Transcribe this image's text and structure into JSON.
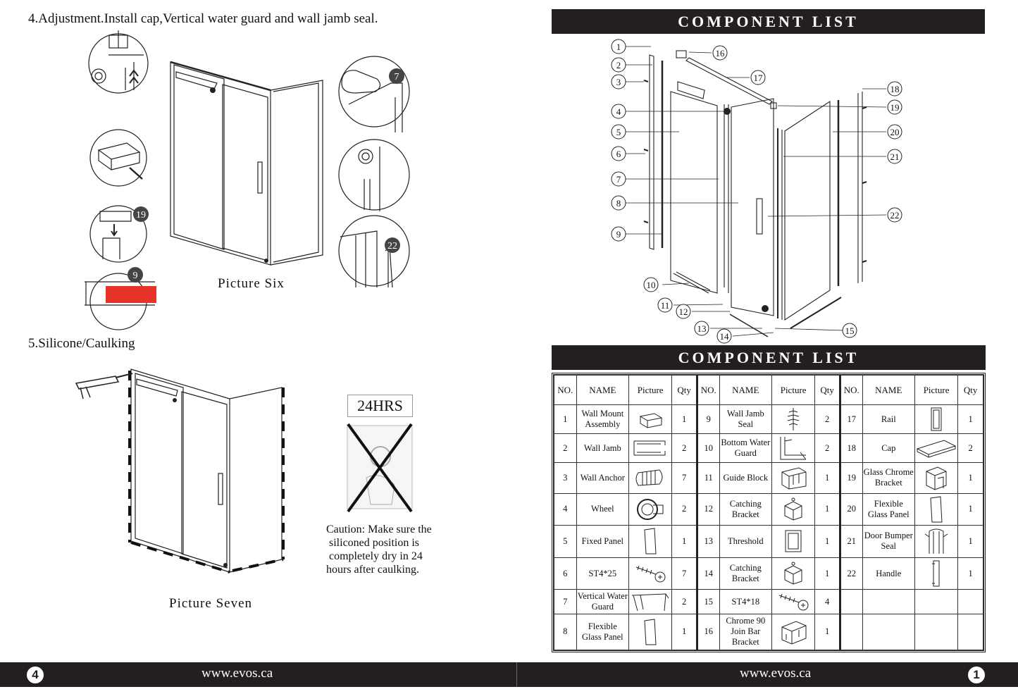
{
  "left": {
    "step4": "4.Adjustment.Install cap,Vertical water guard and wall jamb seal.",
    "picture_six": "Picture Six",
    "step5": "5.Silicone/Caulking",
    "picture_seven": "Picture Seven",
    "hrs": "24HRS",
    "caution": [
      "Caution: Make sure the",
      "siliconed position is",
      "completely dry in 24",
      "hours after caulking."
    ],
    "detail_labels": {
      "left_a": "19",
      "left_b": "9",
      "right_a": "7",
      "right_c": "22"
    }
  },
  "right": {
    "list_title_top": "COMPONENT LIST",
    "list_title_bottom": "COMPONENT LIST",
    "callouts": [
      "1",
      "2",
      "3",
      "4",
      "5",
      "6",
      "7",
      "8",
      "9",
      "10",
      "11",
      "12",
      "13",
      "14",
      "15",
      "16",
      "17",
      "18",
      "19",
      "20",
      "21",
      "22"
    ]
  },
  "table": {
    "headers": [
      "NO.",
      "NAME",
      "Picture",
      "Qty"
    ],
    "rows": [
      [
        {
          "no": "1",
          "name": "Wall Mount Assembly",
          "qty": "1",
          "icon": "wall-mount-icon"
        },
        {
          "no": "9",
          "name": "Wall Jamb Seal",
          "qty": "2",
          "icon": "seal-icon"
        },
        {
          "no": "17",
          "name": "Rail",
          "qty": "1",
          "icon": "rail-icon"
        }
      ],
      [
        {
          "no": "2",
          "name": "Wall Jamb",
          "qty": "2",
          "icon": "jamb-icon"
        },
        {
          "no": "10",
          "name": "Bottom Water Guard",
          "qty": "2",
          "icon": "water-guard-icon"
        },
        {
          "no": "18",
          "name": "Cap",
          "qty": "2",
          "icon": "cap-icon"
        }
      ],
      [
        {
          "no": "3",
          "name": "Wall Anchor",
          "qty": "7",
          "icon": "anchor-icon"
        },
        {
          "no": "11",
          "name": "Guide Block",
          "qty": "1",
          "icon": "guide-block-icon"
        },
        {
          "no": "19",
          "name": "Glass Chrome Bracket",
          "qty": "1",
          "icon": "bracket-icon"
        }
      ],
      [
        {
          "no": "4",
          "name": "Wheel",
          "qty": "2",
          "icon": "wheel-icon"
        },
        {
          "no": "12",
          "name": "Catching Bracket",
          "qty": "1",
          "icon": "catch-icon"
        },
        {
          "no": "20",
          "name": "Flexible Glass Panel",
          "qty": "1",
          "icon": "panel-icon"
        }
      ],
      [
        {
          "no": "5",
          "name": "Fixed Panel",
          "qty": "1",
          "icon": "panel-icon"
        },
        {
          "no": "13",
          "name": "Threshold",
          "qty": "1",
          "icon": "threshold-icon"
        },
        {
          "no": "21",
          "name": "Door Bumper Seal",
          "qty": "1",
          "icon": "bumper-icon"
        }
      ],
      [
        {
          "no": "6",
          "name": "ST4*25",
          "qty": "7",
          "icon": "screw-icon"
        },
        {
          "no": "14",
          "name": "Catching Bracket",
          "qty": "1",
          "icon": "catch-icon"
        },
        {
          "no": "22",
          "name": "Handle",
          "qty": "1",
          "icon": "handle-icon"
        }
      ],
      [
        {
          "no": "7",
          "name": "Vertical Water Guard",
          "qty": "2",
          "icon": "vguard-icon"
        },
        {
          "no": "15",
          "name": "ST4*18",
          "qty": "4",
          "icon": "screw-icon"
        },
        {
          "no": "",
          "name": "",
          "qty": "",
          "icon": ""
        }
      ],
      [
        {
          "no": "8",
          "name": "Flexible Glass Panel",
          "qty": "1",
          "icon": "panel-icon"
        },
        {
          "no": "16",
          "name": "Chrome 90 Join Bar Bracket",
          "qty": "1",
          "icon": "join-bracket-icon"
        },
        {
          "no": "",
          "name": "",
          "qty": "",
          "icon": ""
        }
      ]
    ]
  },
  "footer": {
    "page_left": "4",
    "url_left": "www.evos.ca",
    "url_right": "www.evos.ca",
    "page_right": "1"
  },
  "colors": {
    "dark": "#231f20",
    "accent_red": "#e5332a"
  }
}
